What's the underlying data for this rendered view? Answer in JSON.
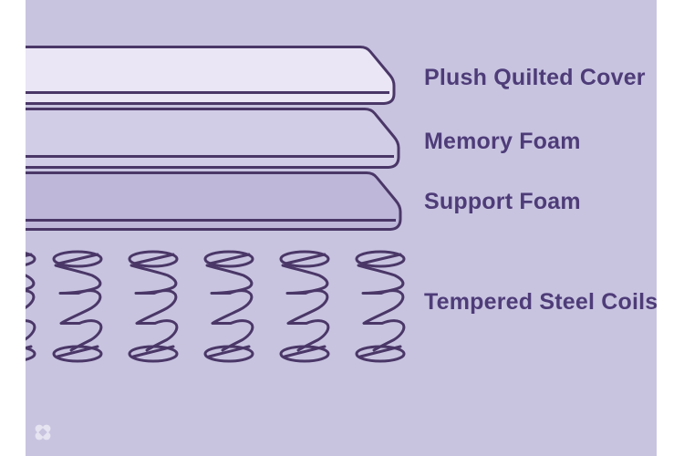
{
  "diagram": {
    "background_color": "#c8c4e0",
    "outline_color": "#4a3767",
    "text_color": "#4e3c78",
    "layers": [
      {
        "label": "Plush Quilted Cover",
        "fill": "#eae6f6"
      },
      {
        "label": "Memory Foam",
        "fill": "#d2cde7"
      },
      {
        "label": "Support Foam",
        "fill": "#beb7da"
      },
      {
        "label": "Tempered Steel Coils",
        "fill": "none"
      }
    ],
    "coils": {
      "visible_count": 6
    },
    "watermark": {
      "icon": "clover-logo-icon",
      "color": "#ffffff"
    }
  }
}
